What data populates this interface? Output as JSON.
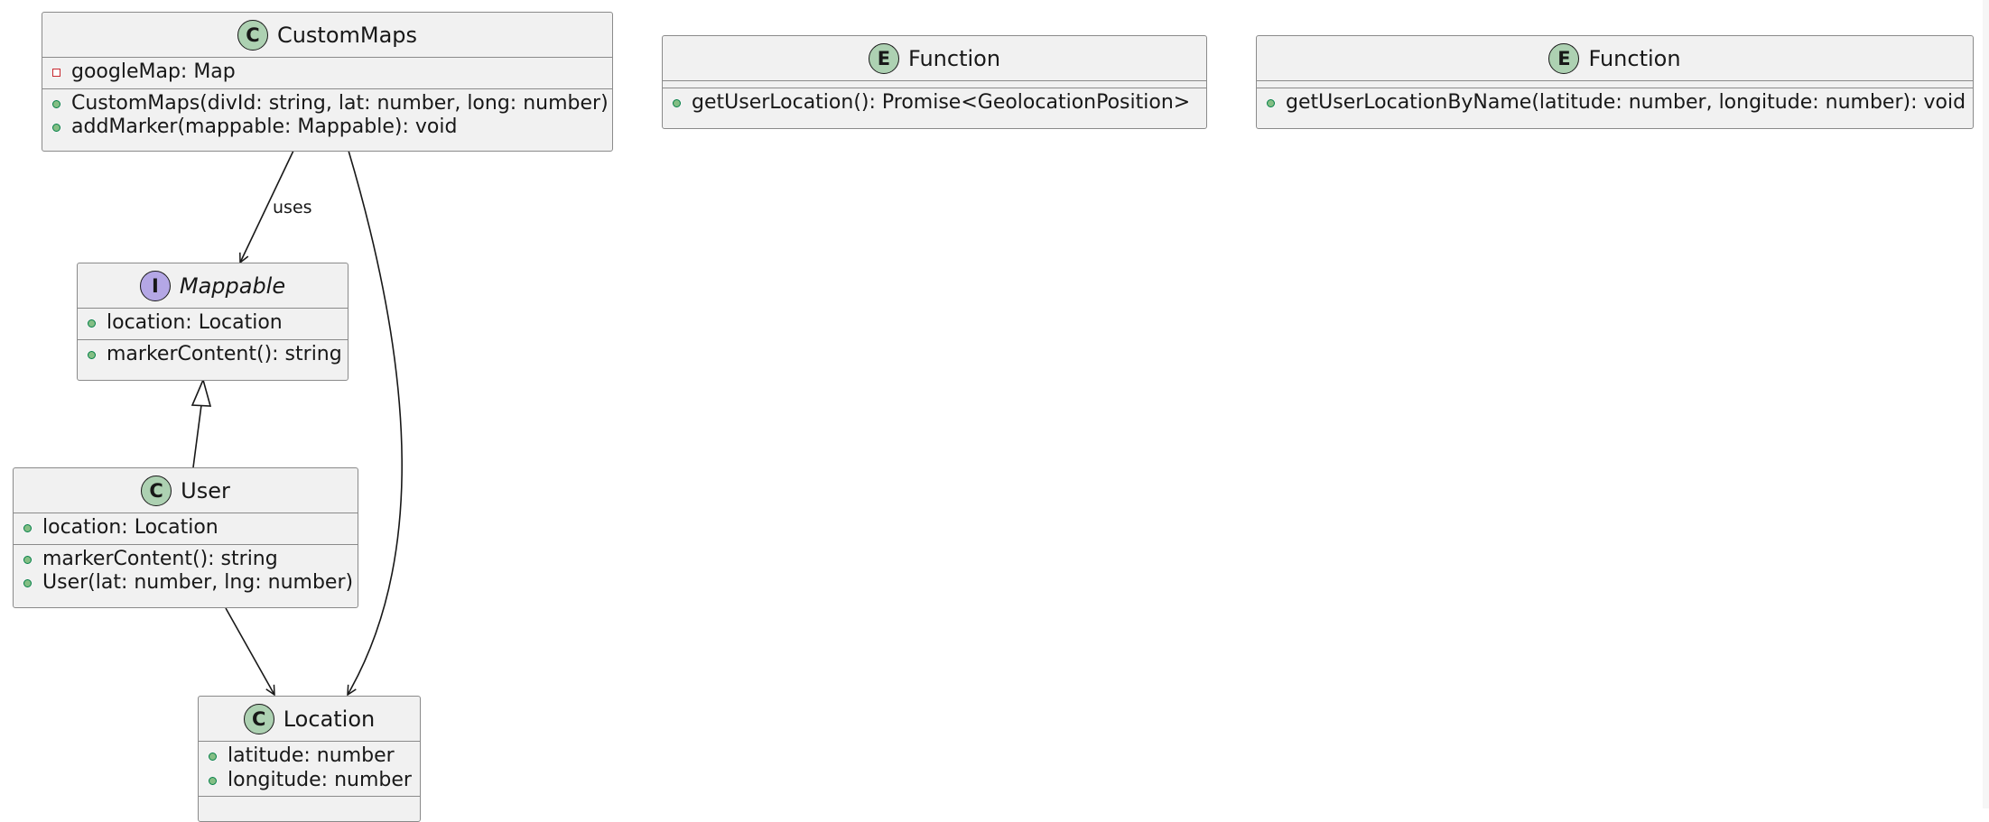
{
  "diagram": {
    "classes": {
      "custom_maps": {
        "stereotype": "C",
        "name": "CustomMaps",
        "fields": [
          {
            "vis": "private",
            "text": "googleMap: Map"
          }
        ],
        "methods": [
          {
            "vis": "public",
            "text": "CustomMaps(divId: string, lat: number, long: number)"
          },
          {
            "vis": "public",
            "text": "addMarker(mappable: Mappable): void"
          }
        ]
      },
      "mappable": {
        "stereotype": "I",
        "name": "Mappable",
        "fields": [
          {
            "vis": "public",
            "text": "location: Location"
          }
        ],
        "methods": [
          {
            "vis": "public",
            "text": "markerContent(): string"
          }
        ]
      },
      "user": {
        "stereotype": "C",
        "name": "User",
        "fields": [
          {
            "vis": "public",
            "text": "location: Location"
          }
        ],
        "methods": [
          {
            "vis": "public",
            "text": "markerContent(): string"
          },
          {
            "vis": "public",
            "text": "User(lat: number, lng: number)"
          }
        ]
      },
      "location": {
        "stereotype": "C",
        "name": "Location",
        "fields": [
          {
            "vis": "public",
            "text": "latitude: number"
          },
          {
            "vis": "public",
            "text": "longitude: number"
          }
        ]
      },
      "function_1": {
        "stereotype": "E",
        "name": "Function",
        "methods": [
          {
            "vis": "public",
            "text": "getUserLocation(): Promise<GeolocationPosition>"
          }
        ]
      },
      "function_2": {
        "stereotype": "E",
        "name": "Function",
        "methods": [
          {
            "vis": "public",
            "text": "getUserLocationByName(latitude: number, longitude: number): void"
          }
        ]
      }
    },
    "relations": [
      {
        "from": "CustomMaps",
        "to": "Mappable",
        "kind": "association",
        "label": "uses"
      },
      {
        "from": "CustomMaps",
        "to": "Location",
        "kind": "association"
      },
      {
        "from": "User",
        "to": "Mappable",
        "kind": "realization"
      },
      {
        "from": "User",
        "to": "Location",
        "kind": "association"
      }
    ],
    "colors": {
      "class_spot": "#add1b2",
      "interface_spot": "#b4a7e5",
      "node_fill": "#f1f1f1",
      "node_border": "#8a8a8a",
      "public_marker": "#84be84",
      "private_marker": "#c82930"
    }
  }
}
